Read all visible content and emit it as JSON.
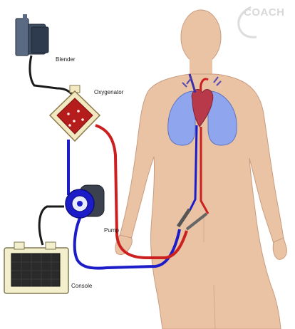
{
  "labels": {
    "blender": "Blender",
    "oxygenator": "Oxygenator",
    "pump": "Pump",
    "console": "Console"
  },
  "logo": {
    "text": "COACH"
  },
  "icons": {
    "blender": "blender-device-icon",
    "oxygenator": "oxygenator-device-icon",
    "pump": "centrifugal-pump-icon",
    "console": "console-monitor-icon",
    "patient": "human-body-silhouette",
    "lungs": "lungs-icon",
    "heart": "heart-icon"
  },
  "colors": {
    "venous": "#1c1cc8",
    "arterial": "#cc1f1f",
    "gas_line": "#1a1a1a",
    "skin": "#e9c3a4",
    "lungs": "#8fa6ee",
    "heart": "#b83a4a",
    "oxygenator_body": "#b51c1c",
    "console_frame": "#f3efcc"
  }
}
